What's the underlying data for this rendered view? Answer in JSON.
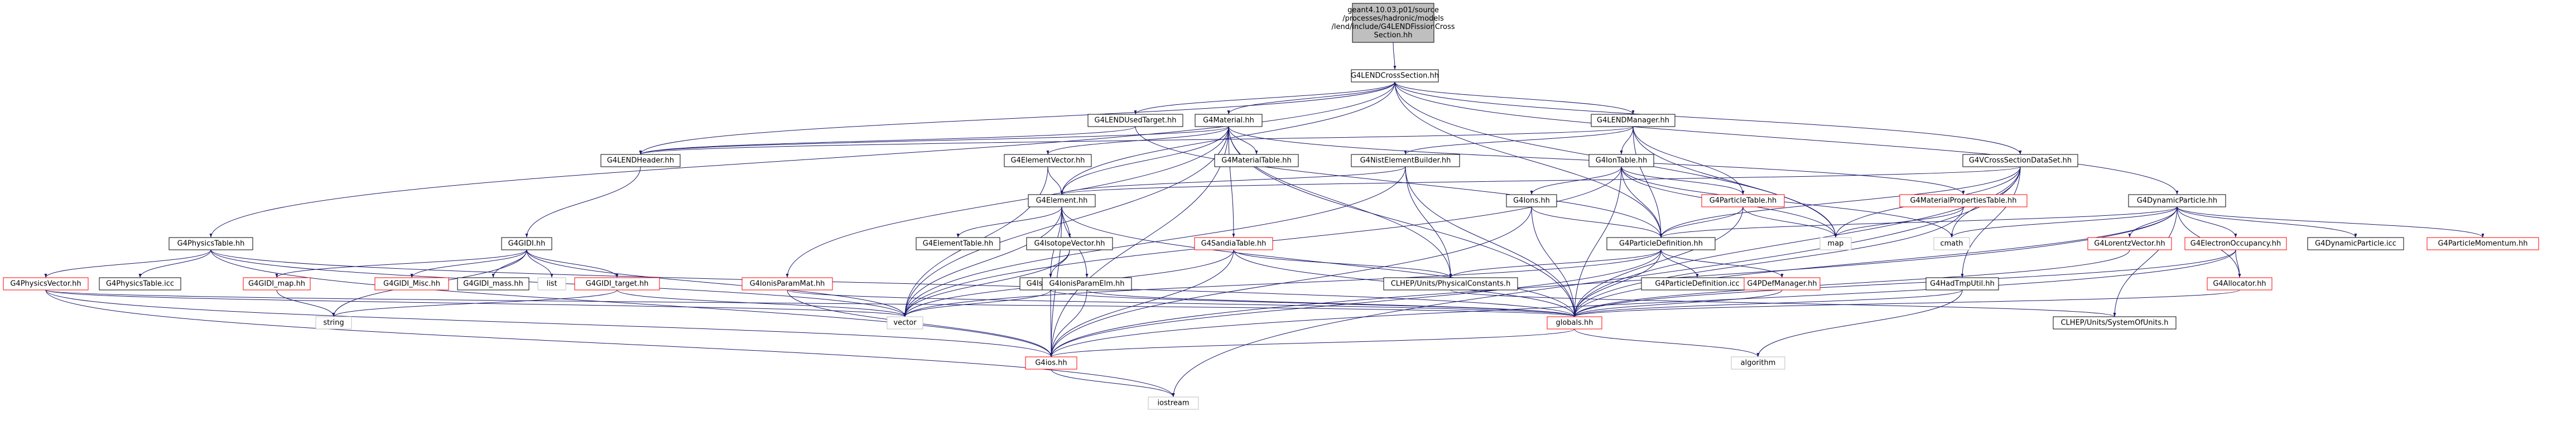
{
  "colors": {
    "root_fill": "#bfbfbf",
    "edge": "#191970",
    "text": "#000000",
    "border_documented": "#000000",
    "border_undocumented": "#ff0000",
    "border_external": "#bfbfbf"
  },
  "nodes": [
    {
      "id": "root",
      "lines": [
        "geant4.10.03.p01/source",
        "/processes/hadronic/models",
        "/lend/include/G4LENDFissionCross",
        "Section.hh"
      ],
      "kind": "root"
    },
    {
      "id": "lend_fission",
      "lines": [
        "G4LENDCrossSection.hh"
      ],
      "kind": "doc"
    },
    {
      "id": "lend_used_target",
      "lines": [
        "G4LENDUsedTarget.hh"
      ],
      "kind": "doc"
    },
    {
      "id": "material",
      "lines": [
        "G4Material.hh"
      ],
      "kind": "doc"
    },
    {
      "id": "lend_manager",
      "lines": [
        "G4LENDManager.hh"
      ],
      "kind": "doc"
    },
    {
      "id": "vcross",
      "lines": [
        "G4VCrossSectionDataSet.hh"
      ],
      "kind": "doc"
    },
    {
      "id": "dyn_particle",
      "lines": [
        "G4DynamicParticle.hh"
      ],
      "kind": "doc"
    },
    {
      "id": "physics_table",
      "lines": [
        "G4PhysicsTable.hh"
      ],
      "kind": "doc"
    },
    {
      "id": "lend_header",
      "lines": [
        "G4LENDHeader.hh"
      ],
      "kind": "doc"
    },
    {
      "id": "elem_vector",
      "lines": [
        "G4ElementVector.hh"
      ],
      "kind": "doc"
    },
    {
      "id": "material_table",
      "lines": [
        "G4MaterialTable.hh"
      ],
      "kind": "doc"
    },
    {
      "id": "nist_builder",
      "lines": [
        "G4NistElementBuilder.hh"
      ],
      "kind": "doc"
    },
    {
      "id": "ion_table",
      "lines": [
        "G4IonTable.hh"
      ],
      "kind": "doc"
    },
    {
      "id": "mat_prop_table",
      "lines": [
        "G4MaterialPropertiesTable.hh"
      ],
      "kind": "undoc"
    },
    {
      "id": "element",
      "lines": [
        "G4Element.hh"
      ],
      "kind": "doc"
    },
    {
      "id": "gidi",
      "lines": [
        "G4GIDI.hh"
      ],
      "kind": "doc"
    },
    {
      "id": "ions",
      "lines": [
        "G4Ions.hh"
      ],
      "kind": "doc"
    },
    {
      "id": "particle_table",
      "lines": [
        "G4ParticleTable.hh"
      ],
      "kind": "undoc"
    },
    {
      "id": "particle_def",
      "lines": [
        "G4ParticleDefinition.hh"
      ],
      "kind": "doc"
    },
    {
      "id": "sandia_table",
      "lines": [
        "G4SandiaTable.hh"
      ],
      "kind": "undoc"
    },
    {
      "id": "element_table",
      "lines": [
        "G4ElementTable.hh"
      ],
      "kind": "doc"
    },
    {
      "id": "isotope_vector",
      "lines": [
        "G4IsotopeVector.hh"
      ],
      "kind": "doc"
    },
    {
      "id": "isotope",
      "lines": [
        "G4Isotope.hh"
      ],
      "kind": "doc"
    },
    {
      "id": "ionis_param_mat",
      "lines": [
        "G4IonisParamMat.hh"
      ],
      "kind": "undoc"
    },
    {
      "id": "ionis_param_elm",
      "lines": [
        "G4IonisParamElm.hh"
      ],
      "kind": "doc"
    },
    {
      "id": "phys_constants",
      "lines": [
        "CLHEP/Units/PhysicalConstants.h"
      ],
      "kind": "doc"
    },
    {
      "id": "physics_vector",
      "lines": [
        "G4PhysicsVector.hh"
      ],
      "kind": "undoc"
    },
    {
      "id": "physics_table_icc",
      "lines": [
        "G4PhysicsTable.icc"
      ],
      "kind": "doc"
    },
    {
      "id": "gidi_map",
      "lines": [
        "G4GIDI_map.hh"
      ],
      "kind": "undoc"
    },
    {
      "id": "gidi_misc",
      "lines": [
        "G4GIDI_Misc.hh"
      ],
      "kind": "undoc"
    },
    {
      "id": "gidi_mass",
      "lines": [
        "G4GIDI_mass.hh"
      ],
      "kind": "doc"
    },
    {
      "id": "list",
      "lines": [
        "list"
      ],
      "kind": "ext"
    },
    {
      "id": "gidi_target",
      "lines": [
        "G4GIDI_target.hh"
      ],
      "kind": "undoc"
    },
    {
      "id": "string",
      "lines": [
        "string"
      ],
      "kind": "ext"
    },
    {
      "id": "vector",
      "lines": [
        "vector"
      ],
      "kind": "ext"
    },
    {
      "id": "globals",
      "lines": [
        "globals.hh"
      ],
      "kind": "undoc"
    },
    {
      "id": "g4ios",
      "lines": [
        "G4ios.hh"
      ],
      "kind": "undoc"
    },
    {
      "id": "iostream",
      "lines": [
        "iostream"
      ],
      "kind": "ext"
    },
    {
      "id": "algorithm",
      "lines": [
        "algorithm"
      ],
      "kind": "ext"
    },
    {
      "id": "map",
      "lines": [
        "map"
      ],
      "kind": "ext"
    },
    {
      "id": "cmath",
      "lines": [
        "cmath"
      ],
      "kind": "ext"
    },
    {
      "id": "particle_def_icc",
      "lines": [
        "G4ParticleDefinition.icc"
      ],
      "kind": "doc"
    },
    {
      "id": "pdg_manager",
      "lines": [
        "G4PDefManager.hh"
      ],
      "kind": "undoc"
    },
    {
      "id": "had_tmp_util",
      "lines": [
        "G4HadTmpUtil.hh"
      ],
      "kind": "doc"
    },
    {
      "id": "system_units",
      "lines": [
        "CLHEP/Units/SystemOfUnits.h"
      ],
      "kind": "doc"
    },
    {
      "id": "lorentz",
      "lines": [
        "G4LorentzVector.hh"
      ],
      "kind": "undoc"
    },
    {
      "id": "electron_occ",
      "lines": [
        "G4ElectronOccupancy.hh"
      ],
      "kind": "undoc"
    },
    {
      "id": "allocator",
      "lines": [
        "G4Allocator.hh"
      ],
      "kind": "undoc"
    },
    {
      "id": "dyn_particle_icc",
      "lines": [
        "G4DynamicParticle.icc"
      ],
      "kind": "doc"
    },
    {
      "id": "particle_momentum",
      "lines": [
        "G4ParticleMomentum.hh"
      ],
      "kind": "undoc"
    }
  ]
}
